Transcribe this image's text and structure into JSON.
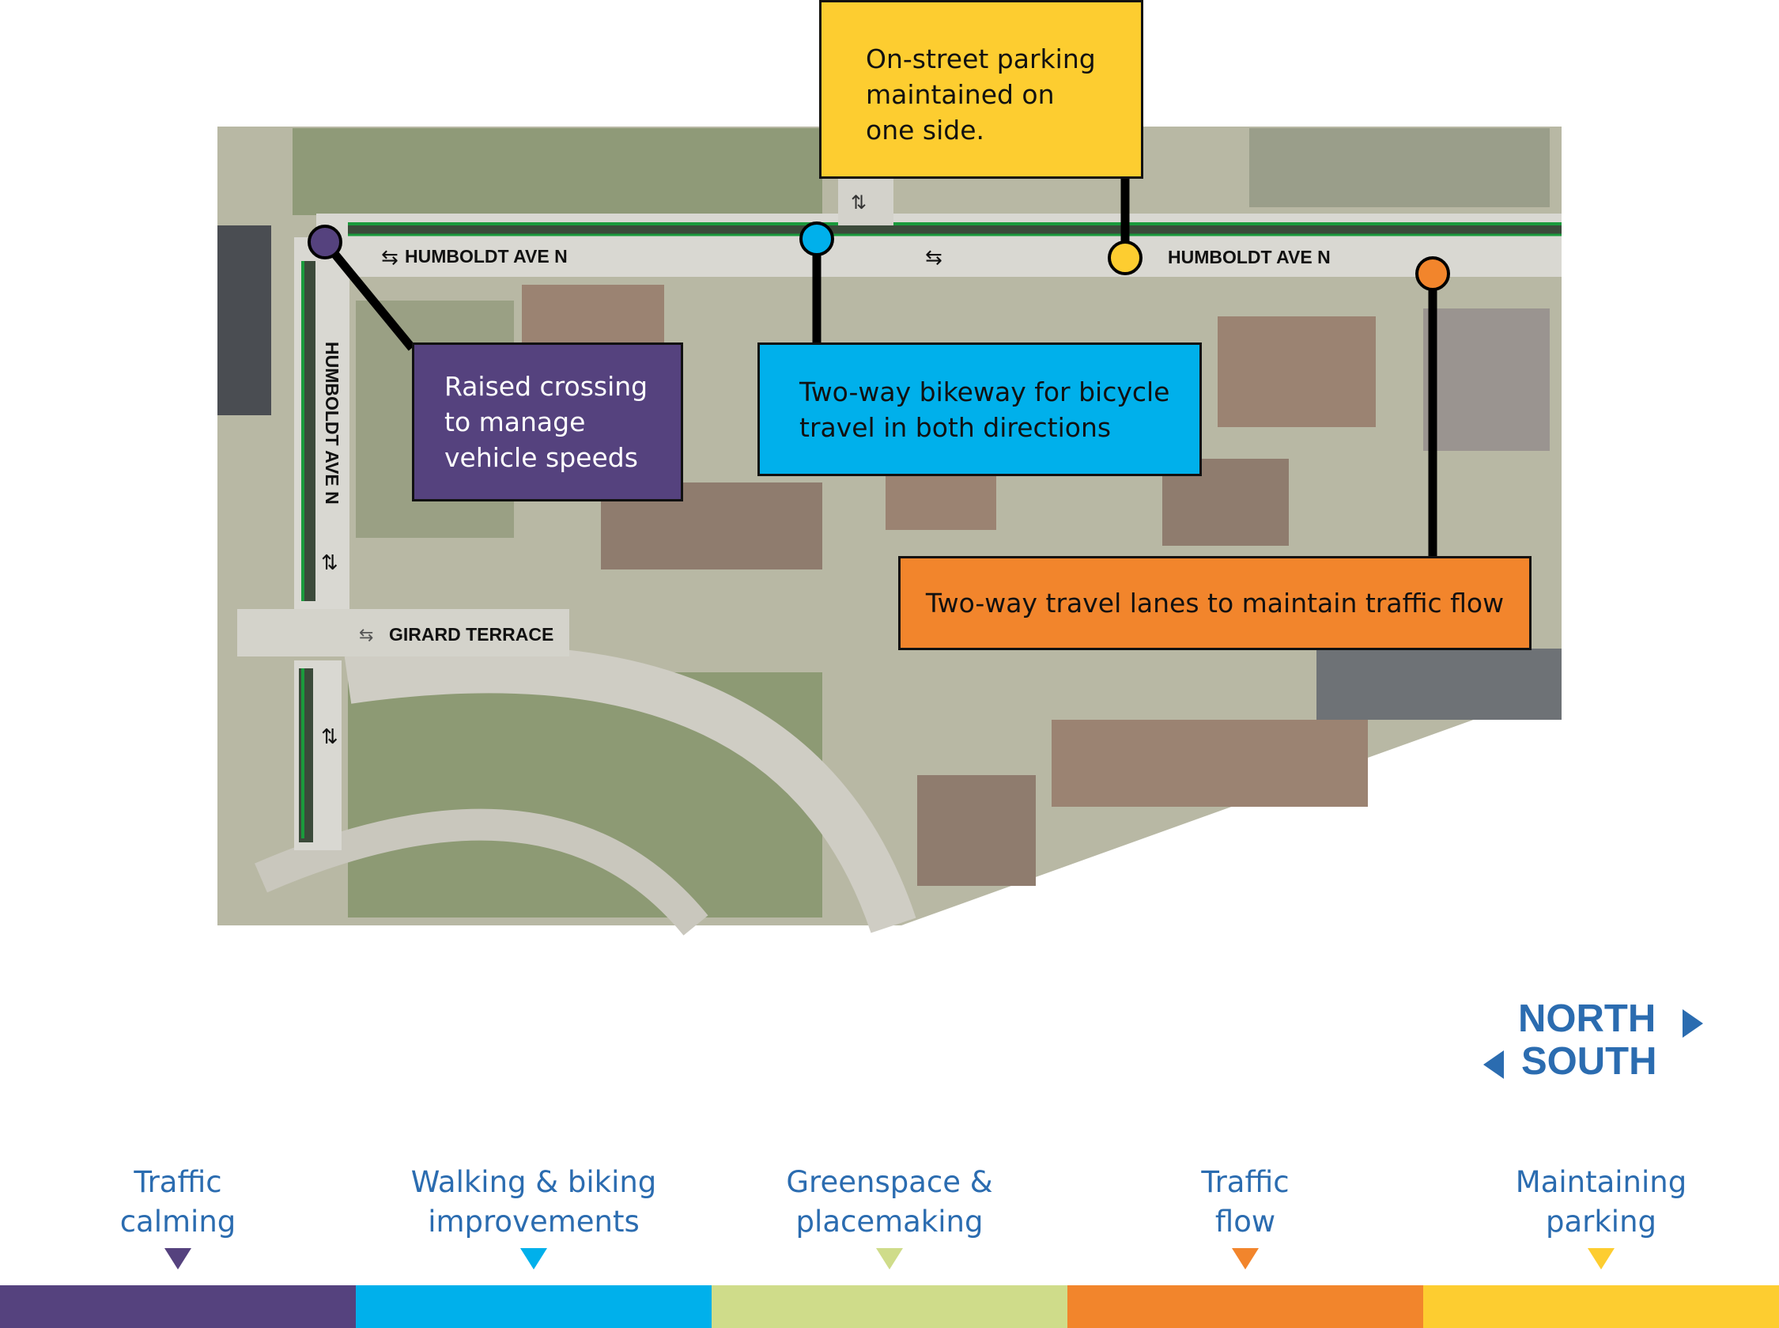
{
  "streets": {
    "humboldt_west": "HUMBOLDT AVE N",
    "humboldt_east": "HUMBOLDT AVE N",
    "humboldt_vertical": "HUMBOLDT AVE N",
    "girard": "GIRARD TERRACE"
  },
  "callouts": {
    "raised_crossing": [
      "Raised crossing",
      "to manage",
      "vehicle speeds"
    ],
    "bikeway": [
      "Two-way bikeway for bicycle",
      "travel in both directions"
    ],
    "parking": [
      "On-street parking",
      "maintained on",
      "one side."
    ],
    "travel_lanes": [
      "Two-way travel lanes to maintain traffic flow"
    ]
  },
  "north_south": {
    "north": "NORTH",
    "south": "SOUTH",
    "color": "#2b6cb0"
  },
  "legend": [
    {
      "label": "Traffic\ncalming",
      "color": "#55427e"
    },
    {
      "label": "Walking & biking\nimprovements",
      "color": "#00b0eb"
    },
    {
      "label": "Greenspace &\nplacemaking",
      "color": "#cfdc8a"
    },
    {
      "label": "Traffic\nflow",
      "color": "#f2852c"
    },
    {
      "label": "Maintaining\nparking",
      "color": "#fdcd30"
    }
  ],
  "colors": {
    "traffic_calming": "#55427e",
    "walking_biking": "#00b0eb",
    "greenspace": "#cfdc8a",
    "traffic_flow": "#f2852c",
    "parking": "#fdcd30",
    "bikeway_green": "#1a9a3c"
  }
}
